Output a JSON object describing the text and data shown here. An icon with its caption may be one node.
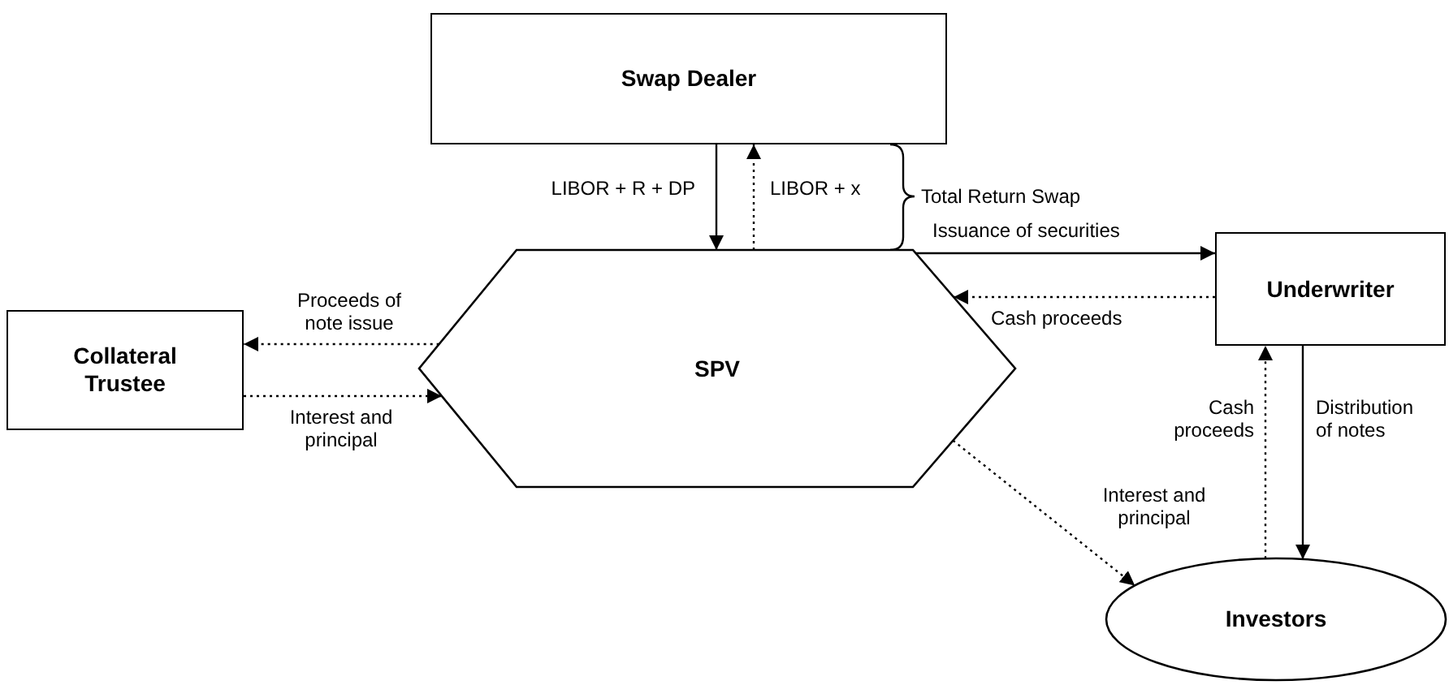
{
  "diagram": {
    "nodes": [
      {
        "text": [
          "Swap Dealer"
        ]
      },
      {
        "text": [
          "SPV"
        ]
      },
      {
        "text": [
          "Collateral Trustee"
        ]
      },
      {
        "text": [
          "Underwriter"
        ]
      },
      {
        "text": [
          "Investors"
        ]
      }
    ],
    "edges": [
      {
        "from": 0,
        "to": 1,
        "arrow": "to",
        "label": "LIBOR + R + DP"
      },
      {
        "from": 1,
        "to": 0,
        "arrow": "to",
        "label": "LIBOR + x",
        "style": "dashed"
      },
      {
        "from": 1,
        "to": 3,
        "arrow": "to",
        "label": "Issuance of securities"
      },
      {
        "from": 3,
        "to": 1,
        "arrow": "to",
        "label": "Cash proceeds",
        "style": "dashed"
      },
      {
        "from": 1,
        "to": 2,
        "arrow": "to",
        "label": "Proceeds of note issue",
        "style": "dashed"
      },
      {
        "from": 2,
        "to": 1,
        "arrow": "to",
        "label": "Interest and principal",
        "style": "dashed"
      },
      {
        "from": 1,
        "to": 4,
        "arrow": "to",
        "label": "Interest and principal",
        "style": "dashed"
      },
      {
        "from": 4,
        "to": 3,
        "arrow": "to",
        "label": "Cash proceeds",
        "style": "dashed"
      },
      {
        "from": 3,
        "to": 4,
        "arrow": "to",
        "label": "Distribution of notes"
      }
    ],
    "labels": [
      "Total Return Swap"
    ]
  }
}
